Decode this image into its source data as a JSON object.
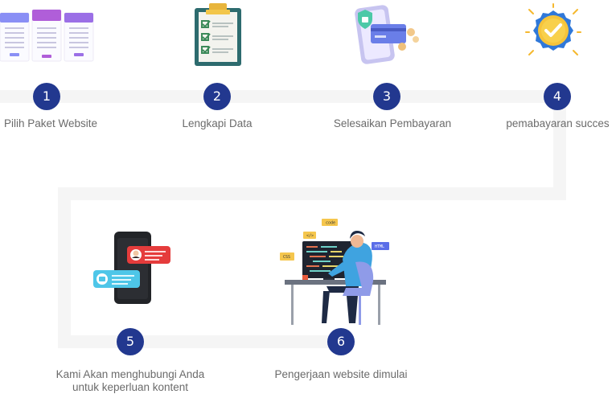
{
  "steps": [
    {
      "num": "1",
      "label": "Pilih Paket Website",
      "icon": "pricing-plans-icon"
    },
    {
      "num": "2",
      "label": "Lengkapi Data",
      "icon": "clipboard-checklist-icon"
    },
    {
      "num": "3",
      "label": "Selesaikan Pembayaran",
      "icon": "phone-payment-icon"
    },
    {
      "num": "4",
      "label": "pemabayaran succes",
      "icon": "success-badge-icon"
    },
    {
      "num": "5",
      "label_line1": "Kami Akan menghubungi Anda",
      "label_line2": "untuk keperluan kontent",
      "icon": "phone-chat-icon"
    },
    {
      "num": "6",
      "label": "Pengerjaan website dimulai",
      "icon": "developer-at-desk-icon"
    }
  ],
  "code_tags": {
    "code": "code",
    "html": "HTML",
    "css": "CSS",
    "slash": "</>"
  },
  "colors": {
    "step_circle": "#22388f",
    "track": "#f5f5f5",
    "label": "#6b6b6b"
  }
}
